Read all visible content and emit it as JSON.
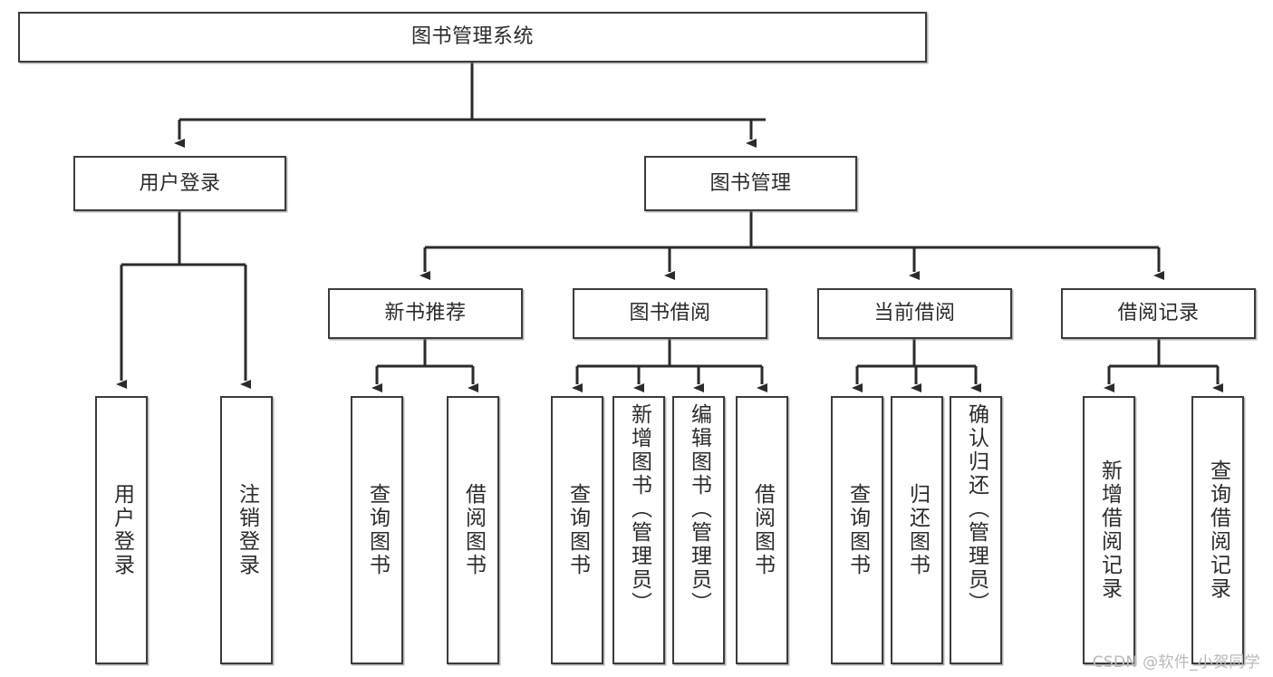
{
  "diagram": {
    "title": "图书管理系统",
    "type": "tree-hierarchy-diagram",
    "colors": {
      "box_border": "#3b3b3b",
      "box_fill": "#ffffff",
      "connector": "#2b2b2b",
      "text": "#2b2b2b",
      "watermark": "#b9b9b9"
    },
    "nodes": {
      "root": {
        "label": "图书管理系统"
      },
      "level2": [
        {
          "id": "user-login",
          "label": "用户登录"
        },
        {
          "id": "book-management",
          "label": "图书管理"
        }
      ],
      "level3": [
        {
          "id": "new-book-recommend",
          "label": "新书推荐"
        },
        {
          "id": "book-borrow",
          "label": "图书借阅"
        },
        {
          "id": "current-borrow",
          "label": "当前借阅"
        },
        {
          "id": "borrow-record",
          "label": "借阅记录"
        }
      ],
      "leaves": {
        "user-login": [
          {
            "id": "leaf-user-login",
            "label": "用户登录"
          },
          {
            "id": "leaf-user-logout",
            "label": "注销登录"
          }
        ],
        "new-book-recommend": [
          {
            "id": "leaf-query-book-1",
            "label": "查询图书"
          },
          {
            "id": "leaf-borrow-book-1",
            "label": "借阅图书"
          }
        ],
        "book-borrow": [
          {
            "id": "leaf-query-book-2",
            "label": "查询图书"
          },
          {
            "id": "leaf-add-book",
            "label": "新增图书（管理员）"
          },
          {
            "id": "leaf-edit-book",
            "label": "编辑图书（管理员）"
          },
          {
            "id": "leaf-borrow-book-2",
            "label": "借阅图书"
          }
        ],
        "current-borrow": [
          {
            "id": "leaf-query-book-3",
            "label": "查询图书"
          },
          {
            "id": "leaf-return-book",
            "label": "归还图书"
          },
          {
            "id": "leaf-confirm-return",
            "label": "确认归还（管理员）"
          }
        ],
        "borrow-record": [
          {
            "id": "leaf-add-record",
            "label": "新增借阅记录"
          },
          {
            "id": "leaf-query-record",
            "label": "查询借阅记录"
          }
        ]
      }
    }
  },
  "watermark": {
    "text": "CSDN @软件_小贺同学"
  }
}
